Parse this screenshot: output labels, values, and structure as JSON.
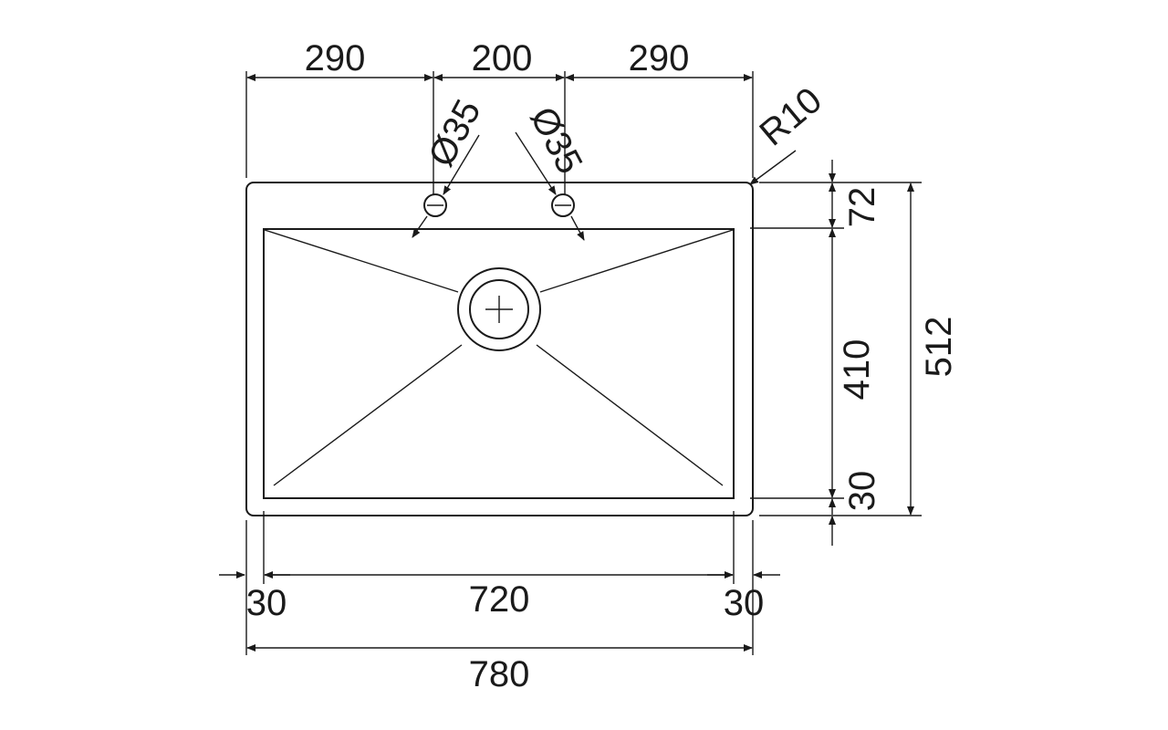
{
  "drawing": {
    "top_dims": {
      "left": "290",
      "middle": "200",
      "right": "290"
    },
    "hole_labels": {
      "left": "Ø35",
      "right": "Ø35"
    },
    "corner_radius": "R10",
    "right_dims": {
      "top_margin": "72",
      "bowl_depth": "410",
      "bottom_margin": "30",
      "overall_depth": "512"
    },
    "bottom_dims": {
      "left_margin": "30",
      "bowl_width": "720",
      "right_margin": "30",
      "overall_width": "780"
    }
  }
}
